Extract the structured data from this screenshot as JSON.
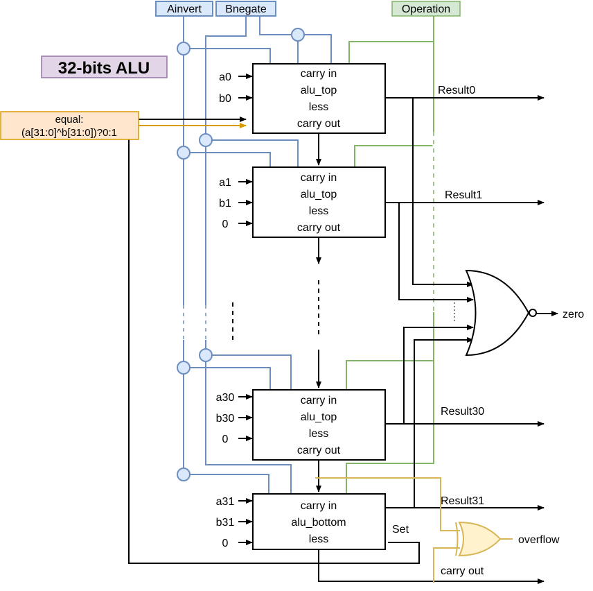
{
  "title": "32-bits ALU",
  "controls": {
    "ainvert": "Ainvert",
    "bnegate": "Bnegate",
    "operation": "Operation"
  },
  "equal_box": {
    "line1": "equal:",
    "line2": "(a[31:0]^b[31:0])?0:1"
  },
  "blocks": {
    "b0": {
      "l1": "carry in",
      "l2": "alu_top",
      "l3": "less",
      "l4": "carry out"
    },
    "b1": {
      "l1": "carry in",
      "l2": "alu_top",
      "l3": "less",
      "l4": "carry out"
    },
    "b30": {
      "l1": "carry in",
      "l2": "alu_top",
      "l3": "less",
      "l4": "carry out"
    },
    "b31": {
      "l1": "carry in",
      "l2": "alu_bottom",
      "l3": "less"
    }
  },
  "inputs": {
    "b0": {
      "a": "a0",
      "b": "b0"
    },
    "b1": {
      "a": "a1",
      "b": "b1",
      "less": "0"
    },
    "b30": {
      "a": "a30",
      "b": "b30",
      "less": "0"
    },
    "b31": {
      "a": "a31",
      "b": "b31",
      "less": "0"
    }
  },
  "outputs": {
    "result0": "Result0",
    "result1": "Result1",
    "result30": "Result30",
    "result31": "Result31",
    "set": "Set",
    "zero": "zero",
    "overflow": "overflow",
    "carry_out": "carry out"
  },
  "colors": {
    "blue": "#6c8ebf",
    "blue_fill": "#dae8fc",
    "green": "#82b366",
    "green_fill": "#d5e8d4",
    "orange": "#d79b00",
    "orange_fill": "#ffe6cc",
    "purple_fill": "#e1d5e7",
    "purple_stroke": "#9673a6",
    "yellow": "#d6b656",
    "yellow_fill": "#fff2cc"
  }
}
